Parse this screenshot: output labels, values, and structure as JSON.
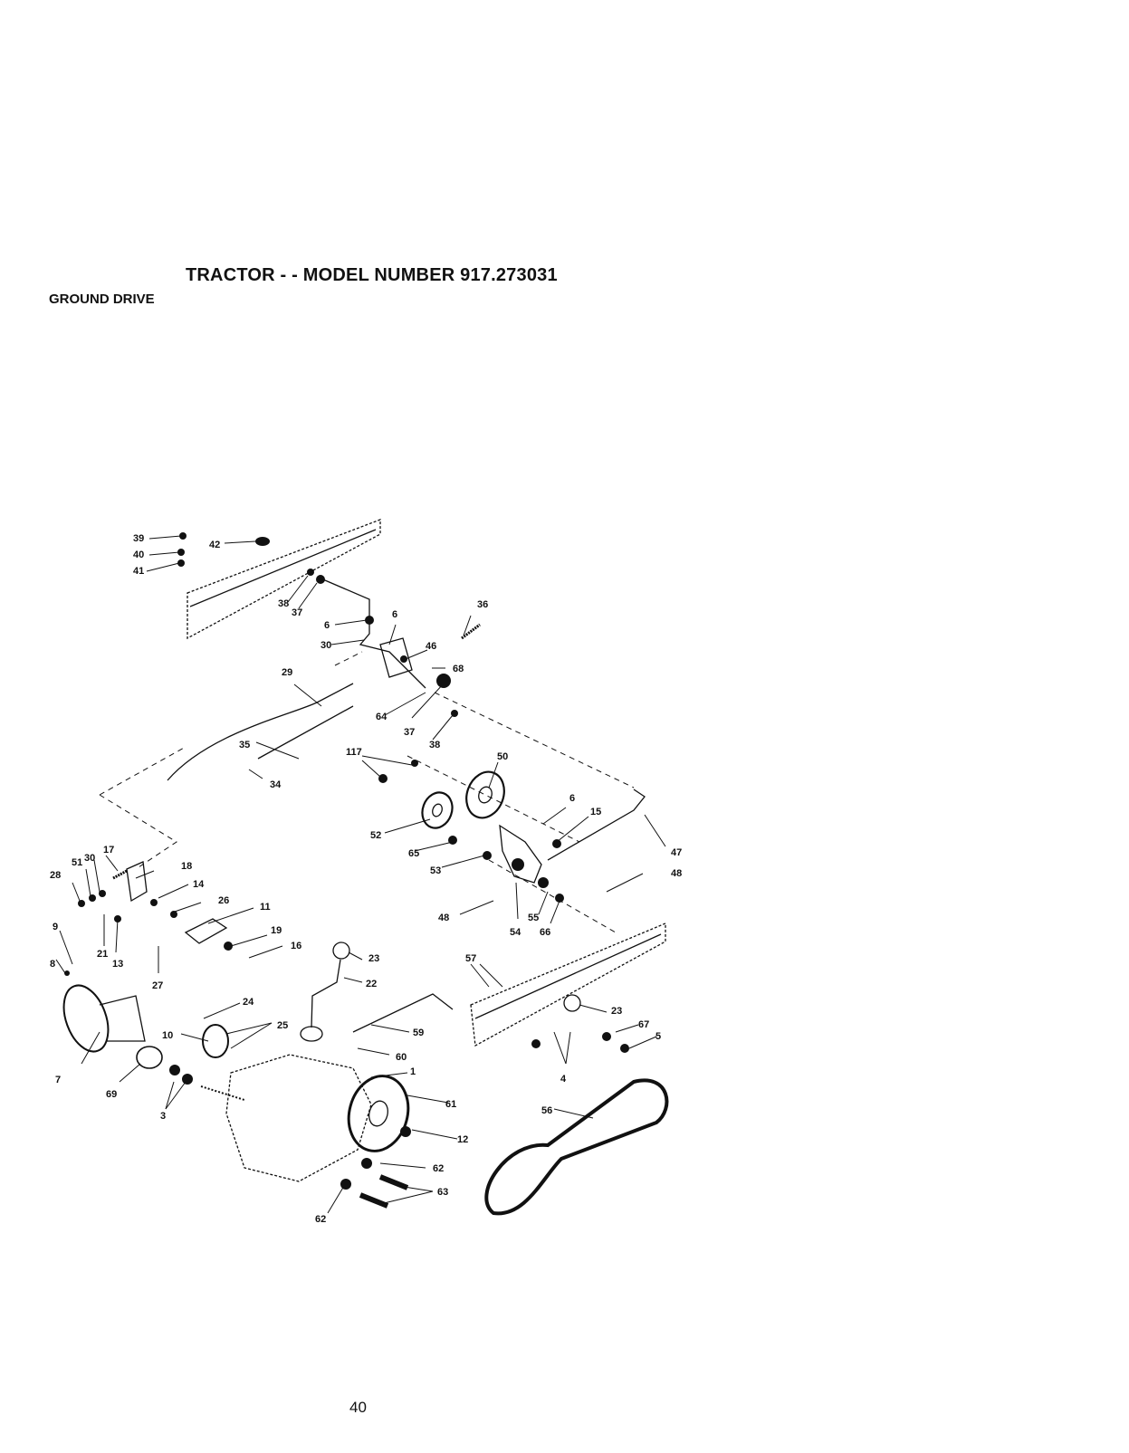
{
  "header": {
    "title": "TRACTOR - - MODEL NUMBER 917.273031",
    "section": "GROUND DRIVE"
  },
  "footer": {
    "page_number": "40"
  },
  "diagram": {
    "callouts": [
      "39",
      "40",
      "41",
      "42",
      "38",
      "37",
      "36",
      "6",
      "6",
      "30",
      "46",
      "68",
      "29",
      "64",
      "37",
      "38",
      "35",
      "34",
      "117",
      "50",
      "6",
      "15",
      "47",
      "48",
      "52",
      "65",
      "53",
      "48",
      "55",
      "54",
      "66",
      "28",
      "51",
      "30",
      "17",
      "18",
      "14",
      "26",
      "11",
      "19",
      "16",
      "9",
      "8",
      "21",
      "13",
      "27",
      "23",
      "22",
      "57",
      "23",
      "67",
      "5",
      "24",
      "25",
      "10",
      "59",
      "60",
      "1",
      "4",
      "7",
      "69",
      "3",
      "61",
      "12",
      "56",
      "62",
      "63",
      "62"
    ]
  }
}
